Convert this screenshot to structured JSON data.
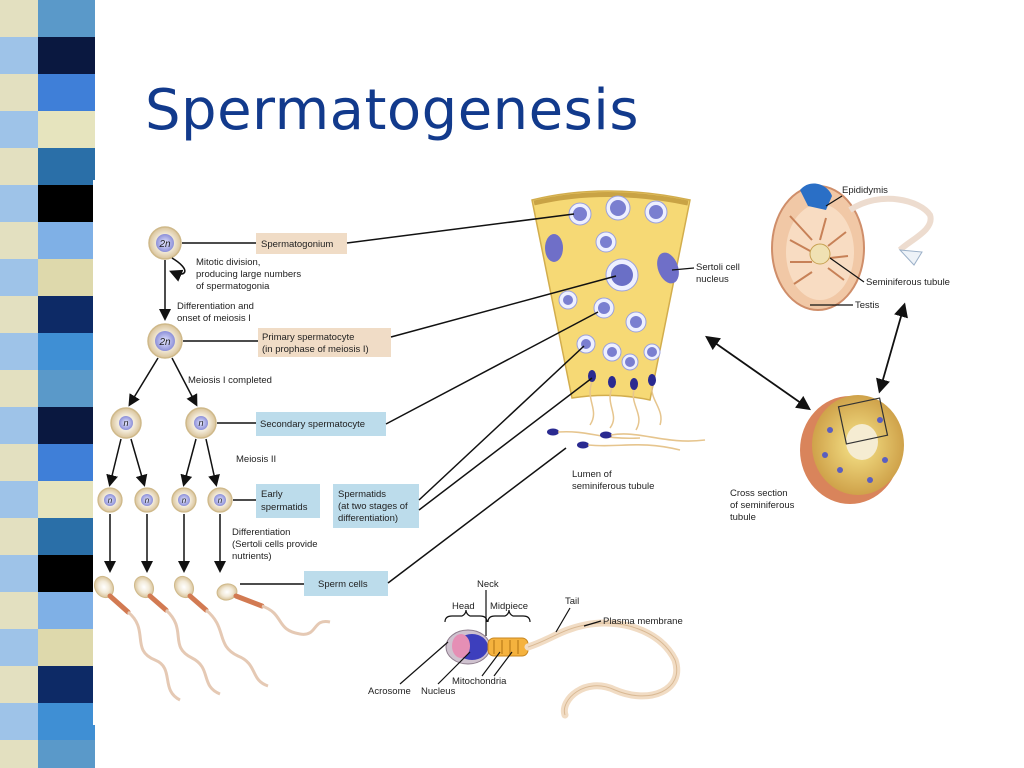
{
  "slide": {
    "title": "Spermatogenesis",
    "stripe_colors": [
      "#5a99c9",
      "#0a1840",
      "#3f7fd8",
      "#e6e4be",
      "#2a6fa8",
      "#000000",
      "#7fb0e6",
      "#ded9ac",
      "#0d2a66",
      "#3f8fd4"
    ]
  },
  "cells": {
    "spermatogonium_ploidy": "2n",
    "primary_ploidy": "2n",
    "haploid": "n"
  },
  "labels": {
    "spermatogonium": "Spermatogonium",
    "mitotic_1": "Mitotic division,",
    "mitotic_2": "producing large numbers",
    "mitotic_3": "of spermatogonia",
    "diff_meiosis_1": "Differentiation and",
    "diff_meiosis_2": "onset of meiosis I",
    "primary_1": "Primary spermatocyte",
    "primary_2": "(in prophase of meiosis I)",
    "meiosis1_completed": "Meiosis I completed",
    "secondary": "Secondary spermatocyte",
    "meiosis2": "Meiosis II",
    "early_1": "Early",
    "early_2": "spermatids",
    "spermatids_1": "Spermatids",
    "spermatids_2": "(at two stages of",
    "spermatids_3": "differentiation)",
    "diff_1": "Differentiation",
    "diff_2": "(Sertoli cells provide",
    "diff_3": "nutrients)",
    "sperm_cells": "Sperm cells",
    "sertoli_1": "Sertoli cell",
    "sertoli_2": "nucleus",
    "lumen_1": "Lumen of",
    "lumen_2": "seminiferous tubule",
    "epididymis": "Epididymis",
    "seminiferous_tubule": "Seminiferous tubule",
    "testis": "Testis",
    "cross_1": "Cross section",
    "cross_2": "of seminiferous",
    "cross_3": "tubule",
    "neck": "Neck",
    "head": "Head",
    "midpiece": "Midpiece",
    "tail": "Tail",
    "plasma_membrane": "Plasma membrane",
    "acrosome": "Acrosome",
    "nucleus": "Nucleus",
    "mitochondria": "Mitochondria"
  }
}
